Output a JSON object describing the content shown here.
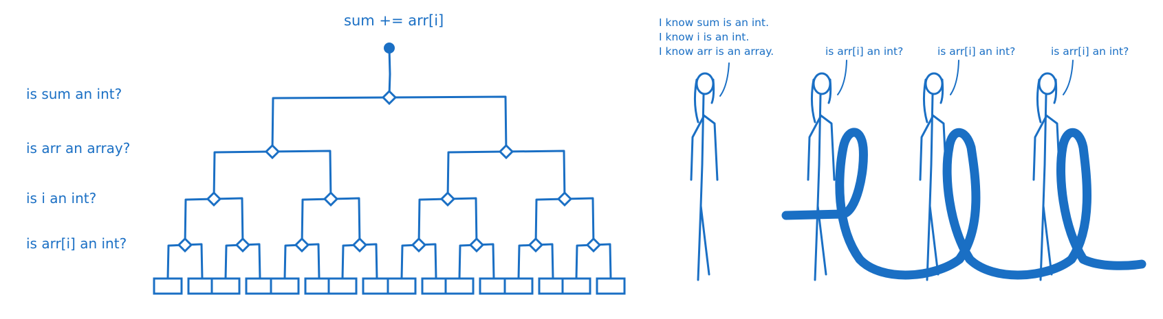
{
  "tree": {
    "statement": "sum += arr[i]",
    "questions": [
      "is sum an int?",
      "is arr an array?",
      "is i an int?",
      "is arr[i] an int?"
    ]
  },
  "scene": {
    "knowledge_lines": [
      "I know sum is an int.",
      "I know i is an int.",
      "I know arr is an array."
    ],
    "repeated_question": [
      "is arr[i] an int?",
      "is arr[i] an int?",
      "is arr[i] an int?"
    ]
  },
  "colors": {
    "ink": "#1a6fc4",
    "background": "#ffffff"
  }
}
